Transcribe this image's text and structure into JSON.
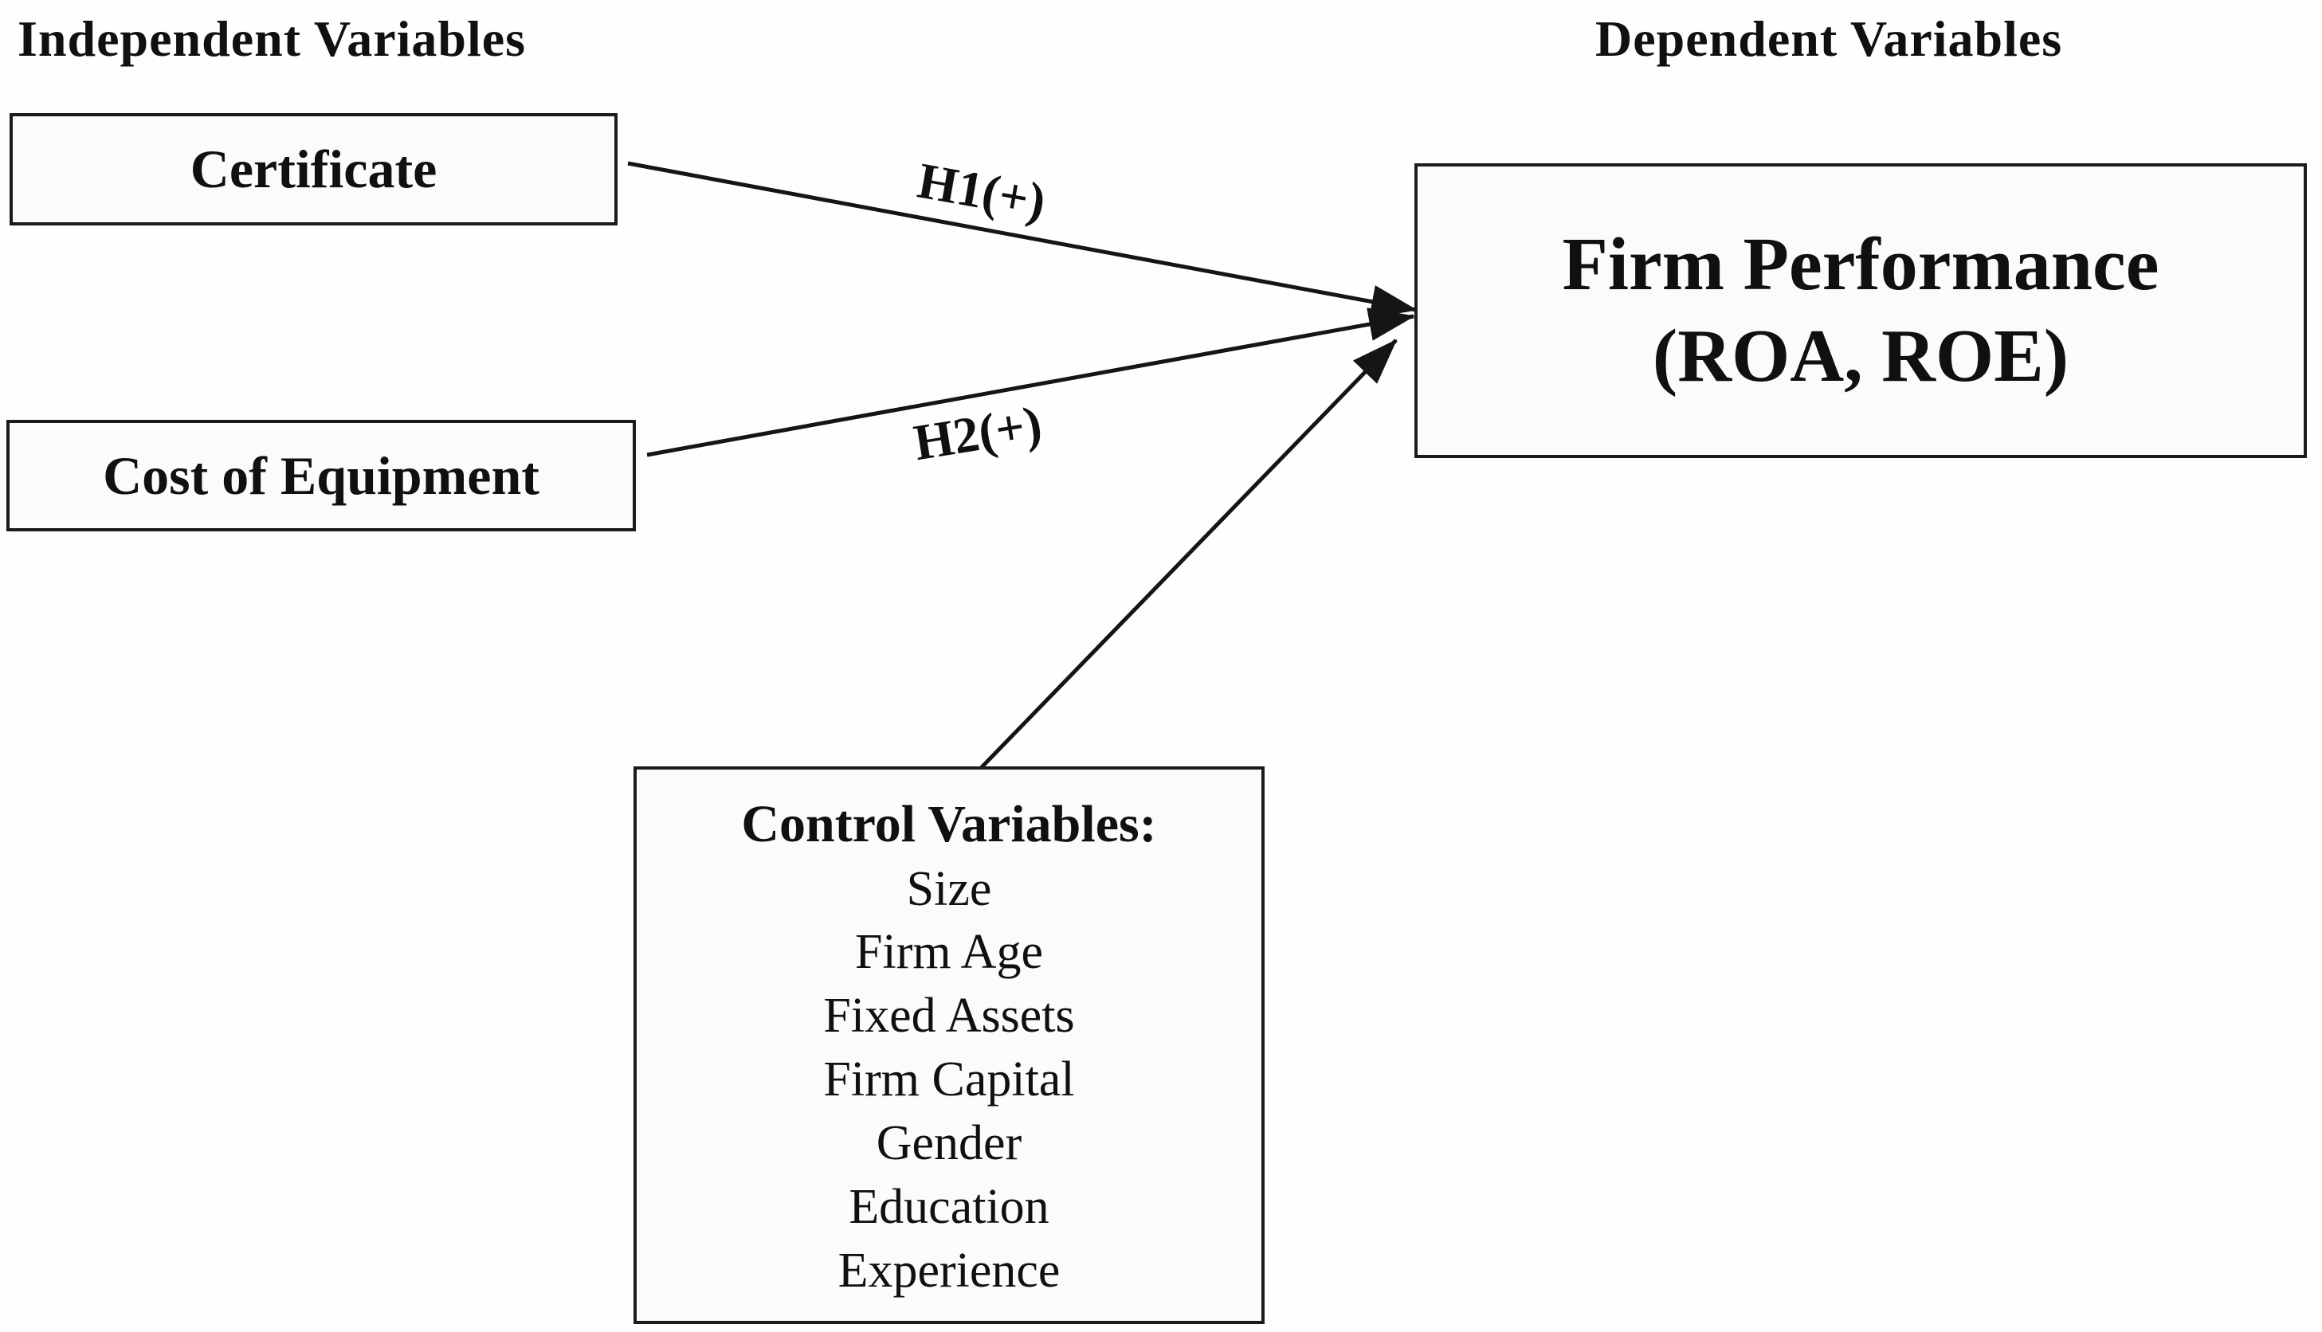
{
  "headings": {
    "independent": "Independent Variables",
    "dependent": "Dependent Variables"
  },
  "boxes": {
    "certificate": {
      "label": "Certificate"
    },
    "cost_of_equipment": {
      "label": "Cost of Equipment"
    },
    "firm_performance": {
      "line1": "Firm Performance",
      "line2": "(ROA, ROE)"
    },
    "control_variables": {
      "title": "Control Variables:",
      "items": [
        "Size",
        "Firm Age",
        "Fixed Assets",
        "Firm Capital",
        "Gender",
        "Education",
        "Experience"
      ]
    }
  },
  "arrows": [
    {
      "id": "h1",
      "label": "H1(+)",
      "from": "certificate",
      "to": "firm_performance"
    },
    {
      "id": "h2",
      "label": "H2(+)",
      "from": "cost_of_equipment",
      "to": "firm_performance"
    },
    {
      "id": "control",
      "label": "",
      "from": "control_variables",
      "to": "firm_performance"
    }
  ],
  "colors": {
    "text": "#101010",
    "arrow": "#151515",
    "box_border": "#1b1b1b",
    "box_fill": "#fbfbfb",
    "background": "#fefefe"
  }
}
